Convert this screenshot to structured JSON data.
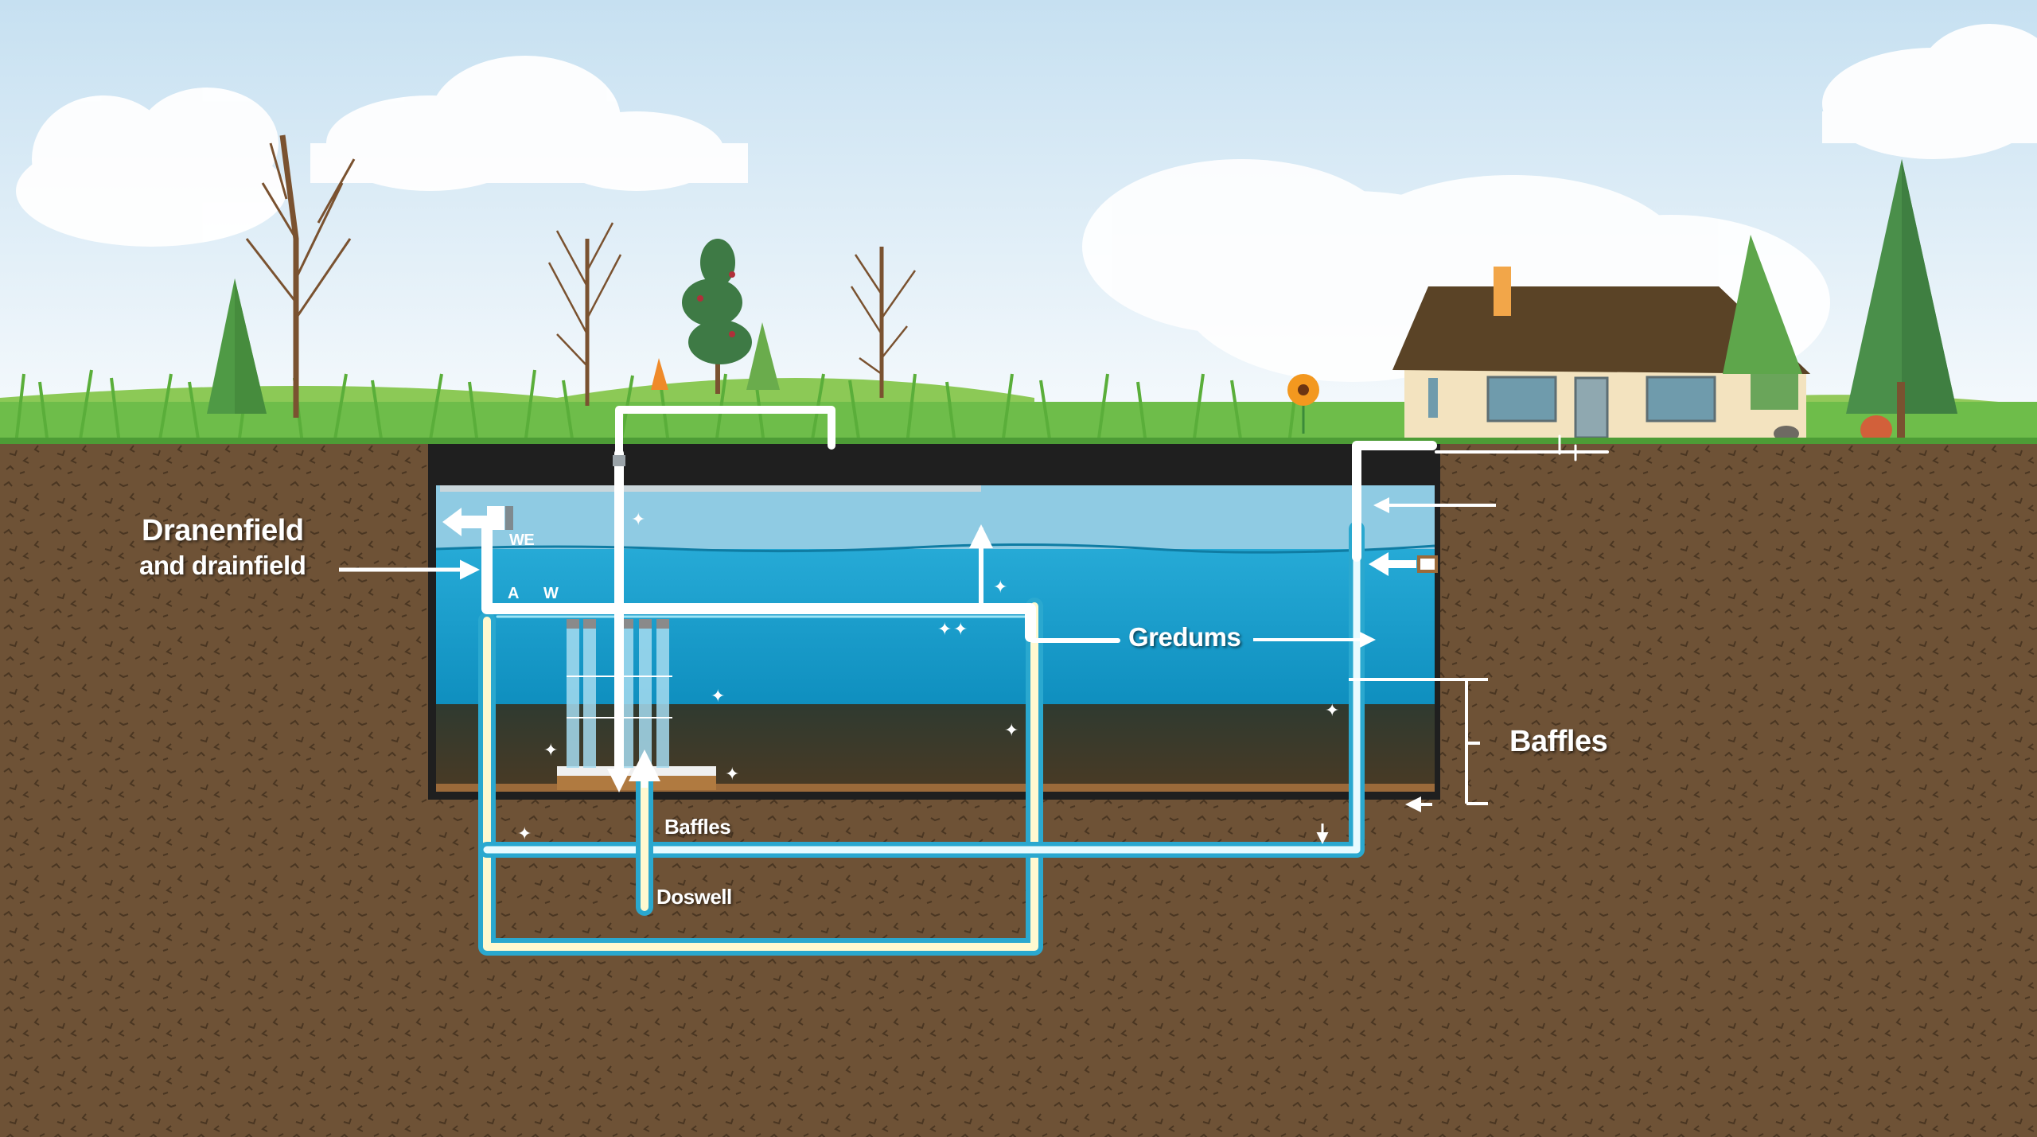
{
  "diagram": {
    "type": "septic-system-cross-section",
    "colors": {
      "sky_top": "#c9e2f2",
      "sky_bottom": "#f7fafc",
      "grass": "#6ebd4a",
      "hill": "#93c95a",
      "soil": "#6b4f34",
      "soil_light": "#8a7255",
      "water_light": "#8fcbe3",
      "water": "#1ba3d0",
      "sludge": "#3b3a2c",
      "tank_wall": "#1f1f1f",
      "pipe": "#ffffff",
      "pipe_glow": "#3ec7ea",
      "house_wall": "#f3e3bf",
      "roof": "#5a4326",
      "chimney": "#f2a649",
      "window": "#6f9bac"
    },
    "labels": {
      "drainfield_line1": "Dranenfield",
      "drainfield_line2": "and drainfield",
      "gredums": "Gredums",
      "baffles_right": "Baffles",
      "baffles_lower": "Baffles",
      "doswell": "Doswell",
      "inlet_tag": "WE",
      "tag_a": "A",
      "tag_w": "W"
    }
  }
}
